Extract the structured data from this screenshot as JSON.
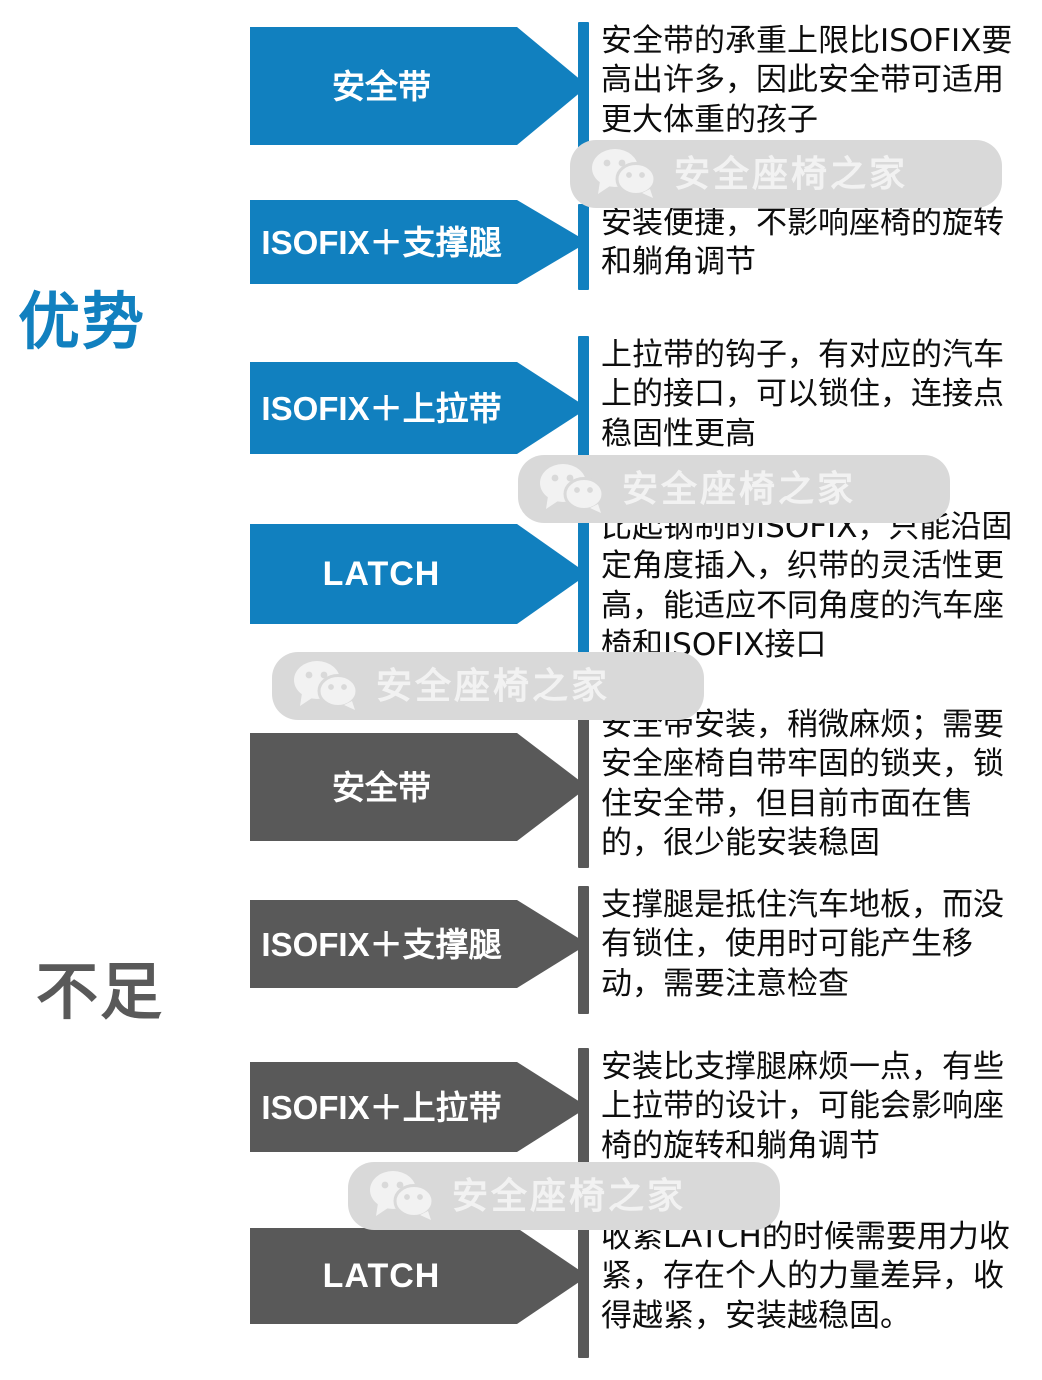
{
  "sections": [
    {
      "id": "advantages",
      "label": "优势",
      "color": "#1180bf"
    },
    {
      "id": "disadvantages",
      "label": "不足",
      "color": "#595959"
    }
  ],
  "rows": [
    {
      "section": "advantages",
      "arrow_label": "安全带",
      "description": "安全带的承重上限比ISOFIX要高出许多，因此安全带可适用更大体重的孩子"
    },
    {
      "section": "advantages",
      "arrow_label": "ISOFIX＋支撑腿",
      "description": "安装便捷，不影响座椅的旋转和躺角调节"
    },
    {
      "section": "advantages",
      "arrow_label": "ISOFIX＋上拉带",
      "description": "上拉带的钩子，有对应的汽车上的接口，可以锁住，连接点稳固性更高"
    },
    {
      "section": "advantages",
      "arrow_label": "LATCH",
      "description": "比起钢制的ISOFIX，只能沿固定角度插入，织带的灵活性更高，能适应不同角度的汽车座椅和ISOFIX接口"
    },
    {
      "section": "disadvantages",
      "arrow_label": "安全带",
      "description": "安全带安装，稍微麻烦；需要安全座椅自带牢固的锁夹，锁住安全带，但目前市面在售的，很少能安装稳固"
    },
    {
      "section": "disadvantages",
      "arrow_label": "ISOFIX＋支撑腿",
      "description": "支撑腿是抵住汽车地板，而没有锁住，使用时可能产生移动，需要注意检查"
    },
    {
      "section": "disadvantages",
      "arrow_label": "ISOFIX＋上拉带",
      "description": "安装比支撑腿麻烦一点，有些上拉带的设计，可能会影响座椅的旋转和躺角调节"
    },
    {
      "section": "disadvantages",
      "arrow_label": "LATCH",
      "description": "收紧LATCH的时候需要用力收紧，存在个人的力量差异，收得越紧，安装越稳固。"
    }
  ],
  "watermarks": [
    {
      "text": "安全座椅之家"
    },
    {
      "text": "安全座椅之家"
    },
    {
      "text": "安全座椅之家"
    },
    {
      "text": "安全座椅之家"
    }
  ],
  "colors": {
    "accent_blue": "#1180bf",
    "accent_gray": "#595959",
    "watermark_bg": "#d9d9d9",
    "watermark_text": "#f2f2f2",
    "body_text": "#0d0d0d",
    "background": "#ffffff"
  }
}
